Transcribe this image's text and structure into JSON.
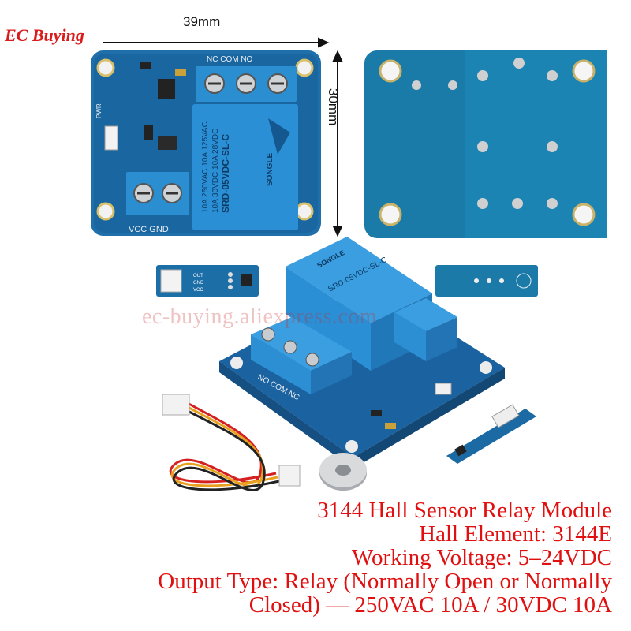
{
  "brand": {
    "text": "EC Buying",
    "color": "#d91c1c"
  },
  "dimensions": {
    "width_label": "39mm",
    "height_label": "30mm"
  },
  "watermark": {
    "text": "ec-buying.aliexpress.com"
  },
  "board_front": {
    "top_terminal_labels": "NC COM NO",
    "bottom_terminal_labels": "VCC GND",
    "pwr_label": "PWR",
    "relay_label_lines": [
      "10A 250VAC 10A 125VAC",
      "10A 30VDC 10A 28VDC",
      "SRD-05VDC-SL-C"
    ],
    "relay_brand": "SONGLE"
  },
  "board_3d": {
    "terminal_labels": "NO COM NC",
    "relay_brand": "SONGLE",
    "relay_model": "SRD-05VDC-SL-C"
  },
  "sensor_small": {
    "pin_labels": [
      "OUT",
      "GND",
      "VCC"
    ]
  },
  "caption": {
    "lines": [
      "3144 Hall Sensor Relay Module",
      "Hall Element: 3144E",
      "Working Voltage: 5–24VDC",
      "Output Type: Relay (Normally Open or Normally",
      "Closed) — 250VAC 10A / 30VDC 10A"
    ],
    "color": "#e01010"
  },
  "colors": {
    "pcb": "#1a6fa8",
    "pcb_dark": "#155a8a",
    "relay": "#2b8fd6",
    "terminal": "#2a8ed0"
  }
}
